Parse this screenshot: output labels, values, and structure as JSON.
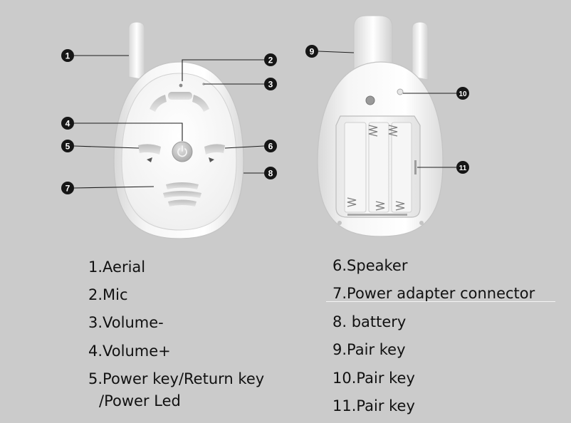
{
  "callouts": [
    "1",
    "2",
    "3",
    "4",
    "5",
    "6",
    "7",
    "8",
    "9",
    "10",
    "11"
  ],
  "legend": [
    "1.Aerial",
    "2.Mic",
    "3.Volume-",
    "4.Volume+",
    "5.Power key/Return key",
    "/Power Led",
    "6.Speaker",
    "7.Power adapter connector",
    "8. battery",
    "9.Pair key",
    "10.Pair key",
    "11.Pair key"
  ]
}
